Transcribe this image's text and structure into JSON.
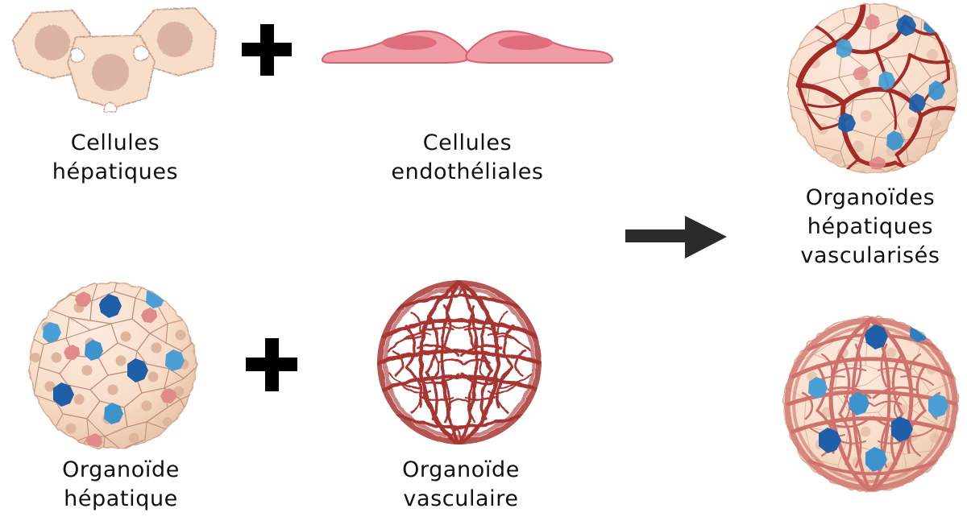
{
  "figure": {
    "title": "Vascularised hepatic organoid assembly schematic",
    "language": "fr",
    "background_color": "#ffffff"
  },
  "palette": {
    "hepatocyte_fill": "#f8ddc8",
    "hepatocyte_nucleus": "#dbb3a2",
    "hepatocyte_outline": "#c8a08c",
    "endothelial_fill": "#f19ba6",
    "endothelial_nucleus": "#df6f7c",
    "endothelial_outline": "#d76370",
    "vessel_dark_red": "#a32b28",
    "vessel_light_red": "#c2504c",
    "vessel_pink_red": "#cf726d",
    "immune_blue_dark": "#1f5fa8",
    "immune_blue_light": "#4a9fd4",
    "stellate_pink": "#e08a8a",
    "arrow_black": "#2b2b2b",
    "plus_black": "#000000",
    "text_black": "#111111"
  },
  "elements": {
    "hepatic_cells": {
      "name": "Cellules hépatiques",
      "caption_line1": "Cellules",
      "caption_line2": "hépatiques",
      "caption": "Cellules\nhépatiques",
      "cell_count": 3,
      "icon": "hepatocyte-cluster-icon"
    },
    "endothelial_cells": {
      "name": "Cellules endothéliales",
      "caption_line1": "Cellules",
      "caption_line2": "endothéliales",
      "caption": "Cellules\nendothéliales",
      "cell_count": 2,
      "icon": "endothelial-cell-pair-icon"
    },
    "hepatic_organoid": {
      "name": "Organoïde hépatique",
      "caption_line1": "Organoïde",
      "caption_line2": "hépatique",
      "caption": "Organoïde\nhépatique",
      "icon": "hepatic-organoid-icon"
    },
    "vascular_organoid": {
      "name": "Organoïde vasculaire",
      "caption_line1": "Organoïde",
      "caption_line2": "vasculaire",
      "caption": "Organoïde\nvasculaire",
      "icon": "vascular-organoid-icon"
    },
    "vascularised_organoids": {
      "name": "Organoïdes hépatiques vascularisés",
      "caption_line1": "Organoïdes",
      "caption_line2": "hépatiques",
      "caption_line3": "vascularisés",
      "caption": "Organoïdes\nhépatiques\nvascularisés",
      "icon_top": "vascularised-organoid-top-icon",
      "icon_bottom": "vascularised-organoid-bottom-icon"
    }
  },
  "operators": {
    "plus_top": {
      "symbol": "+",
      "name": "plus-sign-top"
    },
    "plus_bottom": {
      "symbol": "+",
      "name": "plus-sign-bottom"
    },
    "arrow": {
      "symbol": "→",
      "name": "result-arrow",
      "direction": "right"
    }
  }
}
